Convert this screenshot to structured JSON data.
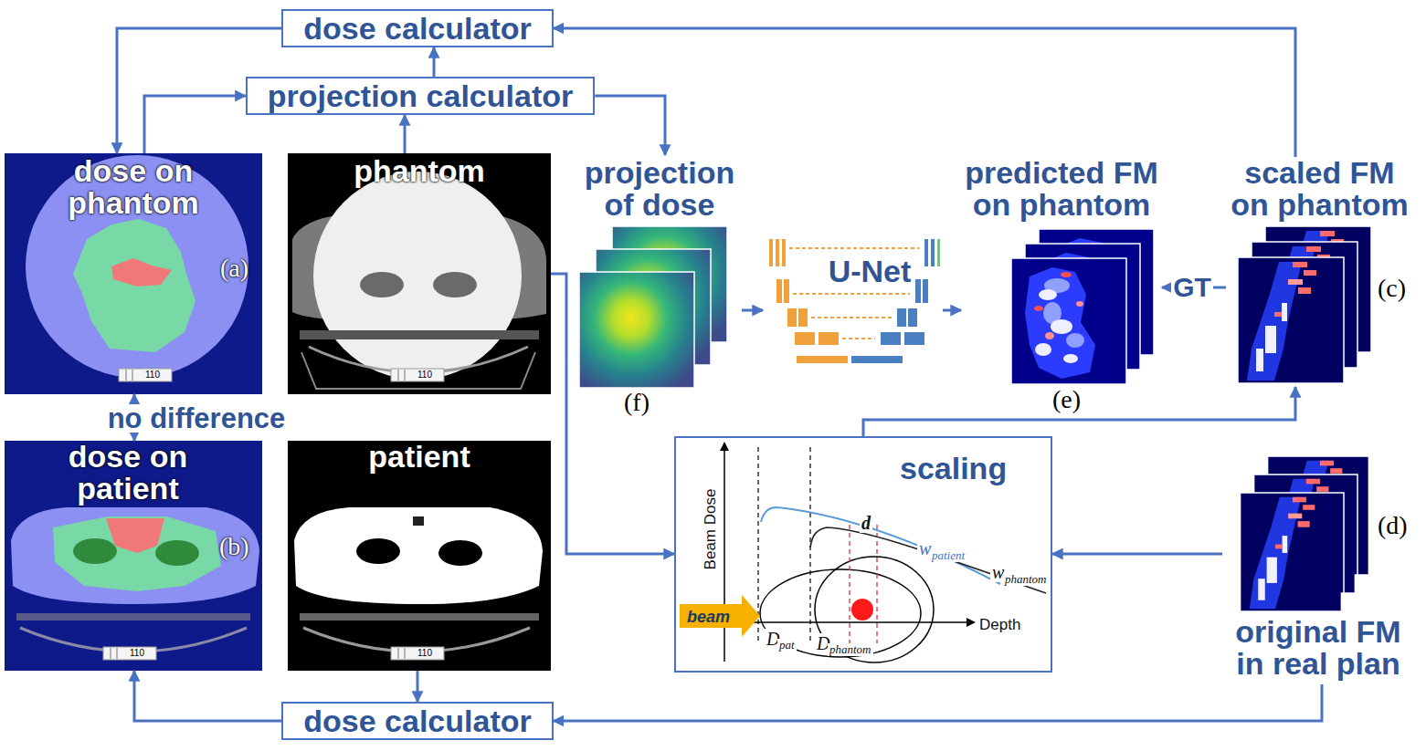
{
  "diagram": {
    "nodes": [
      {
        "text": [
          "dose calculator"
        ]
      },
      {
        "text": [
          "projection calculator"
        ]
      },
      {
        "text": [
          "dose on phantom",
          "(a)"
        ]
      },
      {
        "text": [
          "phantom"
        ]
      },
      {
        "text": [
          "projection of dose",
          "(f)"
        ]
      },
      {
        "text": [
          "U-Net"
        ]
      },
      {
        "text": [
          "predicted FM on phantom",
          "(e)"
        ]
      },
      {
        "text": [
          "scaled FM on phantom",
          "(c)"
        ]
      },
      {
        "text": [
          "dose on patient",
          "(b)"
        ]
      },
      {
        "text": [
          "patient"
        ]
      },
      {
        "text": [
          "scaling",
          "Beam Dose",
          "Depth",
          "beam",
          "d",
          "w",
          "patient",
          "w",
          "phantom",
          "D",
          "pat",
          "D",
          "phantom"
        ]
      },
      {
        "text": [
          "original FM in real plan",
          "(d)"
        ]
      },
      {
        "text": [
          "dose calculator"
        ]
      }
    ],
    "edges": [
      {
        "from": 0,
        "to": 2,
        "arrow": "to"
      },
      {
        "from": 2,
        "to": 1,
        "arrow": "to"
      },
      {
        "from": 3,
        "to": 1,
        "arrow": "to"
      },
      {
        "from": 1,
        "to": 0,
        "arrow": "to"
      },
      {
        "from": 1,
        "to": 4,
        "arrow": "to"
      },
      {
        "from": 7,
        "to": 0,
        "arrow": "to"
      },
      {
        "from": 2,
        "to": 8,
        "label": "no difference",
        "arrow": "both"
      },
      {
        "from": 4,
        "to": 5,
        "arrow": "to"
      },
      {
        "from": 5,
        "to": 6,
        "arrow": "to"
      },
      {
        "from": 7,
        "to": 6,
        "label": "GT",
        "arrow": "to"
      },
      {
        "from": 3,
        "to": 10,
        "arrow": "to"
      },
      {
        "from": 11,
        "to": 10,
        "arrow": "to"
      },
      {
        "from": 10,
        "to": 7,
        "arrow": "to"
      },
      {
        "from": 11,
        "to": 12,
        "arrow": "to"
      },
      {
        "from": 12,
        "to": 8,
        "arrow": "to"
      },
      {
        "from": 9,
        "to": 12,
        "arrow": "to"
      }
    ],
    "labels": [
      "110",
      "110",
      "110",
      "110"
    ]
  }
}
